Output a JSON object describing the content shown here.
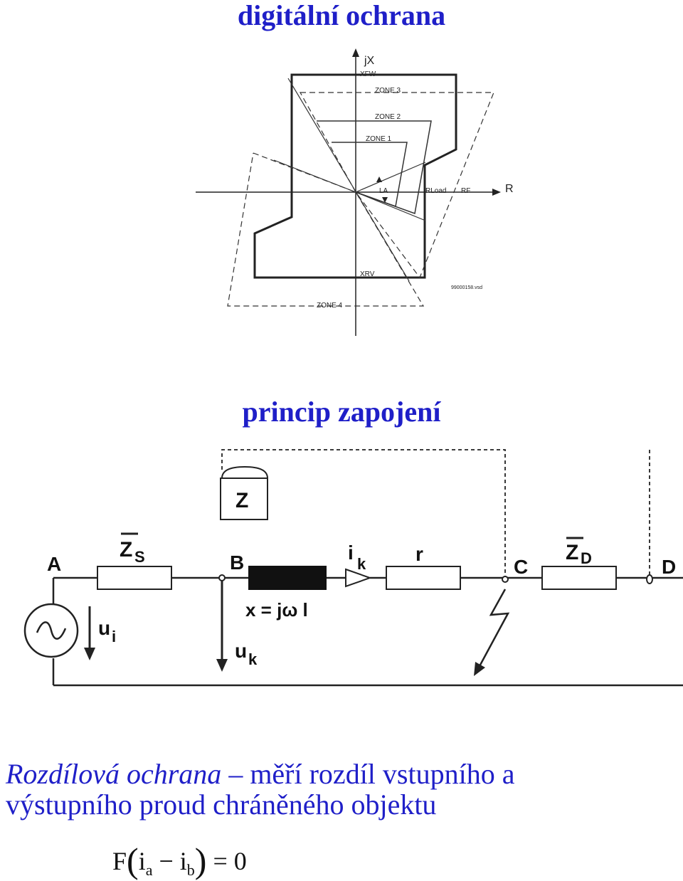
{
  "title_top": "digitální ochrana",
  "title_middle": "princip zapojení",
  "impedance_diagram": {
    "axis_x": "R",
    "axis_y": "jX",
    "label_xfw": "XFW",
    "label_xrv": "XRV",
    "zone1": "ZONE 1",
    "zone2": "ZONE 2",
    "zone3": "ZONE 3",
    "zone4": "ZONE 4",
    "label_la": "LA",
    "label_rload": "RLoad",
    "label_rf": "RF",
    "figure_id": "99000158.vsd"
  },
  "circuit": {
    "node_a": "A",
    "node_b": "B",
    "node_c": "C",
    "node_d": "D",
    "zs_base": "Z",
    "zs_sub": "S",
    "zd_base": "Z",
    "zd_sub": "D",
    "relay": "Z",
    "ik_base": "i",
    "ik_sub": "k",
    "r_label": "r",
    "x_label": "x = jω l",
    "ui_base": "u",
    "ui_sub": "i",
    "uk_base": "u",
    "uk_sub": "k"
  },
  "paragraph": {
    "term": "Rozdílová ochrana",
    "dash": "–",
    "line1_rest": "měří rozdíl vstupního a",
    "line2": "výstupního proud chráněného objektu"
  },
  "formula": {
    "func": "F",
    "var1": "i",
    "sub1": "a",
    "minus": "−",
    "var2": "i",
    "sub2": "b",
    "equals": "=",
    "rhs": "0"
  }
}
